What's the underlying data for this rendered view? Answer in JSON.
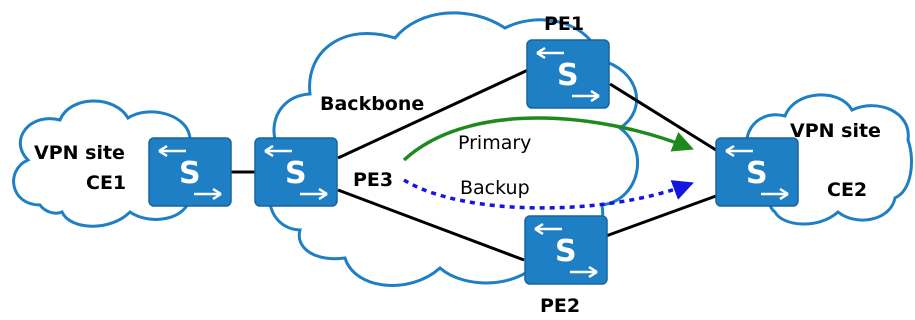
{
  "colors": {
    "switch_fill": "#1f7fc4",
    "switch_stroke": "#17659e",
    "primary_arrow": "#1e8a1e",
    "backup_arrow": "#1515e0",
    "link": "#000000"
  },
  "clouds": {
    "backbone": {
      "label": "Backbone"
    },
    "site_left": {
      "label": "VPN site"
    },
    "site_right": {
      "label": "VPN site"
    }
  },
  "devices": {
    "ce1": {
      "label": "CE1",
      "icon": "switch-icon",
      "letter": "S"
    },
    "ce2": {
      "label": "CE2",
      "icon": "switch-icon",
      "letter": "S"
    },
    "pe1": {
      "label": "PE1",
      "icon": "switch-icon",
      "letter": "S"
    },
    "pe2": {
      "label": "PE2",
      "icon": "switch-icon",
      "letter": "S"
    },
    "pe3": {
      "label": "PE3",
      "icon": "switch-icon",
      "letter": "S"
    }
  },
  "paths": {
    "primary": {
      "label": "Primary"
    },
    "backup": {
      "label": "Backup"
    }
  }
}
